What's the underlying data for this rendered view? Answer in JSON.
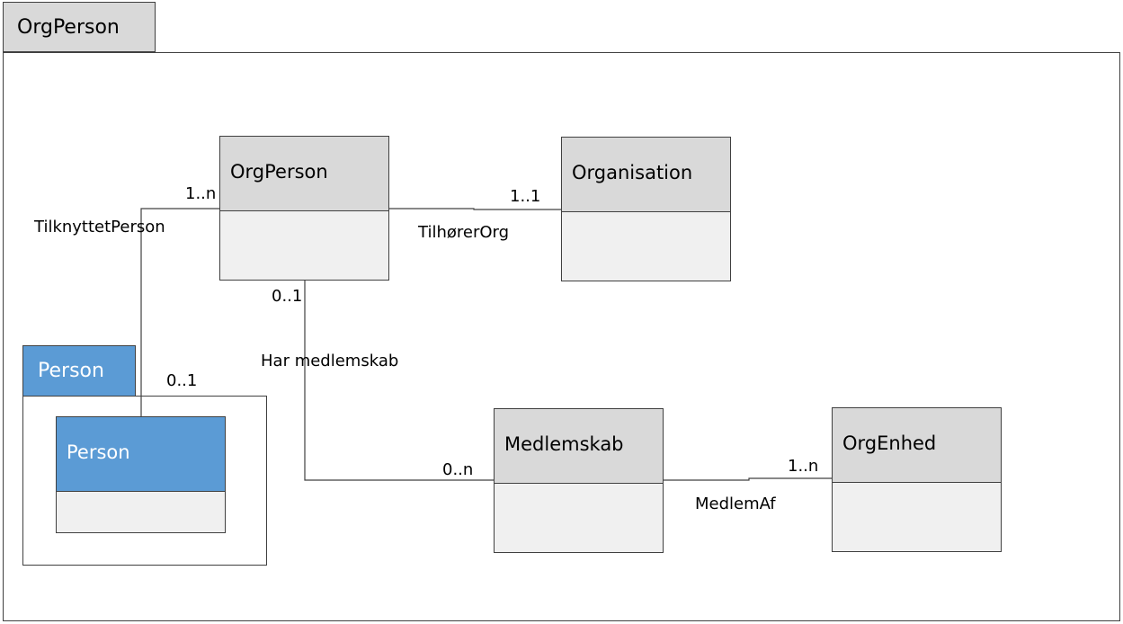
{
  "colors": {
    "class_header": "#d9d9d9",
    "class_body": "#f0f0f0",
    "person_blue": "#5b9bd5",
    "outline": "#404040"
  },
  "packages": {
    "main": {
      "name": "OrgPerson"
    },
    "person": {
      "name": "Person"
    }
  },
  "classes": {
    "orgperson": {
      "name": "OrgPerson"
    },
    "organisation": {
      "name": "Organisation"
    },
    "person": {
      "name": "Person"
    },
    "medlemskab": {
      "name": "Medlemskab"
    },
    "orgenhed": {
      "name": "OrgEnhed"
    }
  },
  "associations": {
    "tilknyttet": {
      "name": "TilknyttetPerson",
      "mult_orgperson": "1..n",
      "mult_person": "0..1"
    },
    "tilhorer": {
      "name": "TilhørerOrg",
      "mult_organisation": "1..1"
    },
    "medlemskab": {
      "name": "Har medlemskab",
      "mult_orgperson": "0..1",
      "mult_medlemskab": "0..n"
    },
    "medlemaf": {
      "name": "MedlemAf",
      "mult_orgenhed": "1..n"
    }
  }
}
